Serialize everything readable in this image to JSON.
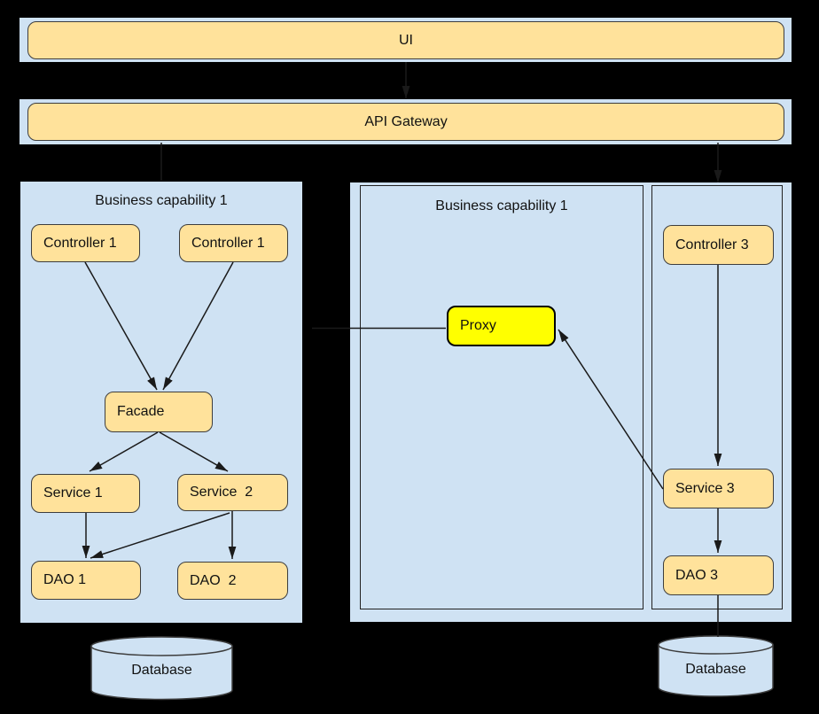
{
  "title_bars": {
    "ui": "UI",
    "api_gateway": "API Gateway"
  },
  "left_capability": {
    "title": "Business capability 1",
    "controller_a": "Controller 1",
    "controller_b": "Controller 1",
    "facade": "Facade",
    "service_1": "Service 1",
    "service_2": "Service  2",
    "dao_1": "DAO 1",
    "dao_2": "DAO  2",
    "database": "Database"
  },
  "right_capability": {
    "title": "Business capability 1",
    "proxy": "Proxy",
    "controller_3": "Controller 3",
    "service_3": "Service 3",
    "dao_3": "DAO 3",
    "database": "Database"
  },
  "colors": {
    "background": "#000000",
    "panel_blue": "#cfe2f3",
    "box_fill": "#ffe29b",
    "box_border": "#3d3d3d",
    "proxy_fill": "#ffff00",
    "line": "#1a1a1a"
  }
}
